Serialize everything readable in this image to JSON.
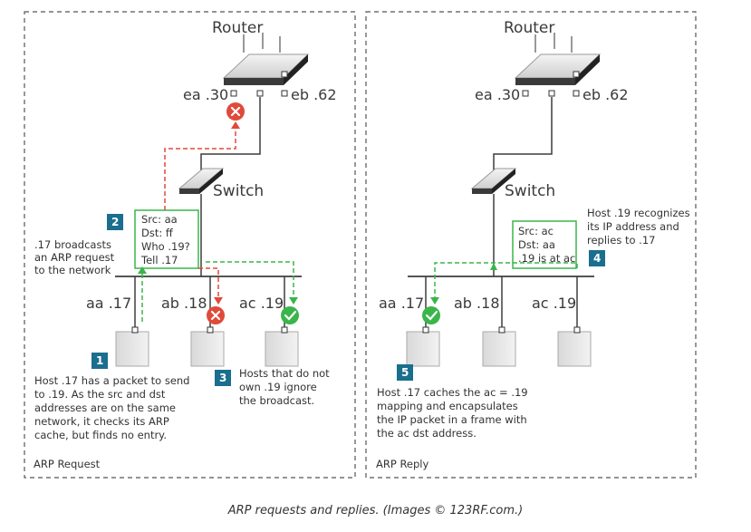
{
  "colors": {
    "teal": "#1a6e8e",
    "green": "#3ab54a",
    "red": "#e04a3a",
    "line": "#3d3d3d",
    "panel_border": "#555555"
  },
  "left": {
    "panel_label": "ARP Request",
    "router": "Router",
    "switch": "Switch",
    "ports": {
      "ea": "ea .30",
      "eb": "eb .62"
    },
    "hosts": [
      "aa .17",
      "ab .18",
      "ac .19"
    ],
    "packet_box": [
      "Src: aa",
      "Dst: ff",
      "Who .19?",
      "Tell .17"
    ],
    "steps": [
      {
        "num": "1",
        "text": [
          "Host .17 has a packet to send",
          "to .19. As the src and dst",
          "addresses are on the same",
          "network, it checks its ARP",
          "cache, but finds no entry."
        ]
      },
      {
        "num": "2",
        "text": [
          ".17 broadcasts",
          "an ARP request",
          "to the network"
        ]
      },
      {
        "num": "3",
        "text": [
          "Hosts that do not",
          "own .19 ignore",
          "the broadcast."
        ]
      }
    ]
  },
  "right": {
    "panel_label": "ARP Reply",
    "router": "Router",
    "switch": "Switch",
    "ports": {
      "ea": "ea .30",
      "eb": "eb .62"
    },
    "hosts": [
      "aa .17",
      "ab .18",
      "ac .19"
    ],
    "packet_box": [
      "Src: ac",
      "Dst: aa",
      ".19 is at ac"
    ],
    "steps": [
      {
        "num": "4",
        "text": [
          "Host .19 recognizes",
          "its IP address and",
          "replies to .17"
        ]
      },
      {
        "num": "5",
        "text": [
          "Host .17 caches the ac = .19",
          "mapping and encapsulates",
          "the IP packet in a frame with",
          "the ac dst address."
        ]
      }
    ]
  },
  "caption": "ARP requests and replies. (Images © 123RF.com.)"
}
